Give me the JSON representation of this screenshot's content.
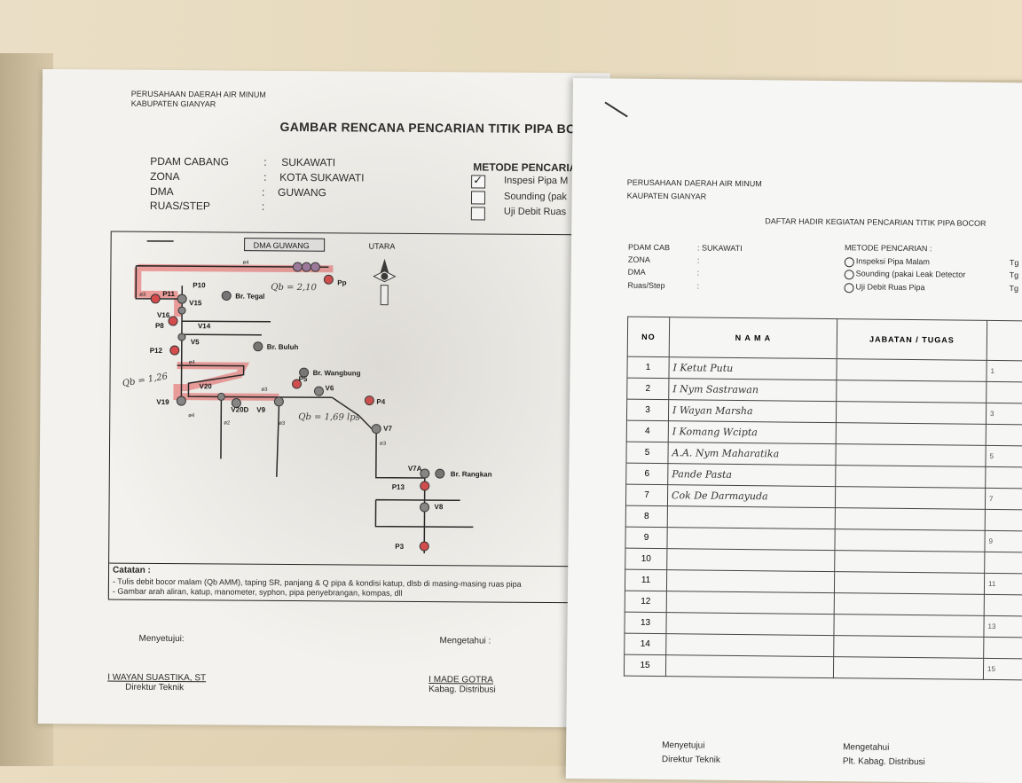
{
  "left_sheet": {
    "company_line1": "PERUSAHAAN DAERAH AIR MINUM",
    "company_line2": "KABUPATEN GIANYAR",
    "title": "GAMBAR RENCANA PENCARIAN TITIK PIPA BO",
    "info": [
      {
        "label": "PDAM CABANG",
        "value": "SUKAWATI"
      },
      {
        "label": "ZONA",
        "value": "KOTA SUKAWATI"
      },
      {
        "label": "DMA",
        "value": "GUWANG"
      },
      {
        "label": "RUAS/STEP",
        "value": ""
      }
    ],
    "metode_heading": "METODE PENCARIA",
    "metode_options": [
      {
        "label": "Inspesi Pipa M",
        "checked": true
      },
      {
        "label": "Sounding (pak",
        "checked": false
      },
      {
        "label": "Uji Debit Ruas",
        "checked": false
      }
    ],
    "map": {
      "dma_label": "DMA GUWANG",
      "north_label": "UTARA",
      "handwritten": [
        "Qb = 2,10",
        "Qb = 1,26",
        "Qb = 1,69 lps"
      ],
      "nodes": [
        "Pp",
        "P10",
        "P11",
        "V15",
        "V16",
        "Br. Tegal",
        "P8",
        "V14",
        "V5",
        "P12",
        "Br. Buluh",
        "Br. Wangbung",
        "P5",
        "V6",
        "V20",
        "V19",
        "V20D",
        "V9",
        "P4",
        "V7",
        "V7A",
        "Br. Rangkan",
        "P13",
        "V8",
        "P3"
      ],
      "pipe_labels": [
        "ø4",
        "ø3",
        "ø4",
        "ø4",
        "ø3",
        "ø2",
        "ø3",
        "ø3"
      ]
    },
    "notes_title": "Catatan :",
    "notes": [
      "- Tulis debit bocor malam (Qb AMM), taping SR, panjang & Q pipa & kondisi katup, dlsb di masing-masing ruas pipa",
      "- Gambar arah aliran, katup, manometer, syphon, pipa penyebrangan, kompas, dll"
    ],
    "approved_label": "Menyetujui:",
    "acknowledged_label": "Mengetahui :",
    "approver_name": "I WAYAN SUASTIKA, ST",
    "approver_title": "Direktur Teknik",
    "ack_name": "I MADE GOTRA",
    "ack_title": "Kabag. Distribusi"
  },
  "right_sheet": {
    "company_line1": "PERUSAHAAN DAERAH AIR MINUM",
    "company_line2": "KAUPATEN GIANYAR",
    "title": "DAFTAR HADIR KEGIATAN PENCARIAN TITIK PIPA BOCOR",
    "info": [
      {
        "label": "PDAM CAB",
        "value": ": SUKAWATI"
      },
      {
        "label": "ZONA",
        "value": ":"
      },
      {
        "label": "DMA",
        "value": ":"
      },
      {
        "label": "Ruas/Step",
        "value": ":"
      }
    ],
    "metode_heading": "METODE PENCARIAN :",
    "metode_options": [
      "Inspeksi Pipa Malam",
      "Sounding (pakai Leak Detector",
      "Uji Debit Ruas Pipa"
    ],
    "edge_text": [
      "Tg",
      "Tg",
      "Tg"
    ],
    "table_headers": {
      "no": "NO",
      "nama": "N A M A",
      "jabatan": "JABATAN / TUGAS"
    },
    "rows": [
      {
        "no": "1",
        "nama": "I Ketut Putu",
        "extra": "1"
      },
      {
        "no": "2",
        "nama": "I Nym Sastrawan",
        "extra": ""
      },
      {
        "no": "3",
        "nama": "I Wayan Marsha",
        "extra": "3"
      },
      {
        "no": "4",
        "nama": "I Komang Wcipta",
        "extra": ""
      },
      {
        "no": "5",
        "nama": "A.A. Nym Maharatika",
        "extra": "5"
      },
      {
        "no": "6",
        "nama": "Pande Pasta",
        "extra": ""
      },
      {
        "no": "7",
        "nama": "Cok De Darmayuda",
        "extra": "7"
      },
      {
        "no": "8",
        "nama": "",
        "extra": ""
      },
      {
        "no": "9",
        "nama": "",
        "extra": "9"
      },
      {
        "no": "10",
        "nama": "",
        "extra": ""
      },
      {
        "no": "11",
        "nama": "",
        "extra": "11"
      },
      {
        "no": "12",
        "nama": "",
        "extra": ""
      },
      {
        "no": "13",
        "nama": "",
        "extra": "13"
      },
      {
        "no": "14",
        "nama": "",
        "extra": ""
      },
      {
        "no": "15",
        "nama": "",
        "extra": "15"
      }
    ],
    "approved_label": "Menyetujui",
    "approver_title": "Direktur Teknik",
    "ack_label": "Mengetahui",
    "ack_title": "Plt. Kabag. Distribusi"
  }
}
